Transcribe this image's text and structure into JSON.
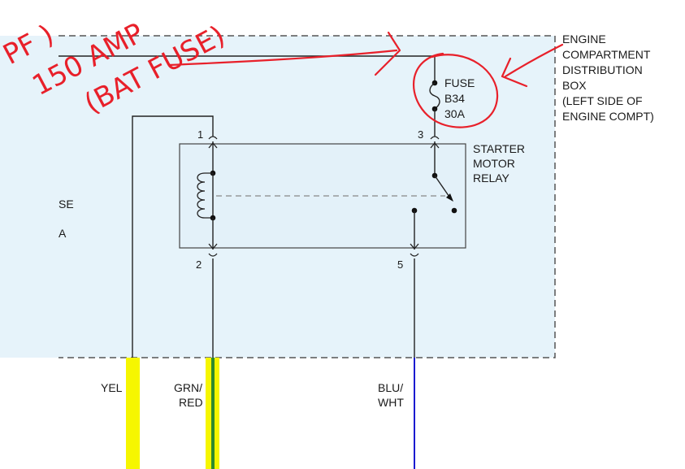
{
  "box": {
    "lines": [
      "ENGINE",
      "COMPARTMENT",
      "DISTRIBUTION",
      "BOX",
      "(LEFT SIDE OF",
      "ENGINE COMPT)"
    ],
    "fill": "#e6f3fa"
  },
  "fuse": {
    "lines": [
      "FUSE",
      "B34",
      "30A"
    ]
  },
  "relay": {
    "lines": [
      "STARTER",
      "MOTOR",
      "RELAY"
    ],
    "pins": [
      "1",
      "2",
      "3",
      "5"
    ],
    "fill": "#e3f1f9"
  },
  "left_partial": {
    "lines": [
      "SE",
      "A"
    ]
  },
  "wires": {
    "yel_label": "YEL",
    "grn_red_label": [
      "GRN/",
      "RED"
    ],
    "blu_wht_label": [
      "BLU/",
      "WHT"
    ],
    "highlight_color": "#f6f600",
    "green_color": "#2e8b2e",
    "blue_color": "#1a1ad0"
  },
  "annotation": {
    "color": "#e8202a",
    "lines": [
      "PF )",
      "150 AMP",
      "(BAT FUSE)"
    ]
  }
}
